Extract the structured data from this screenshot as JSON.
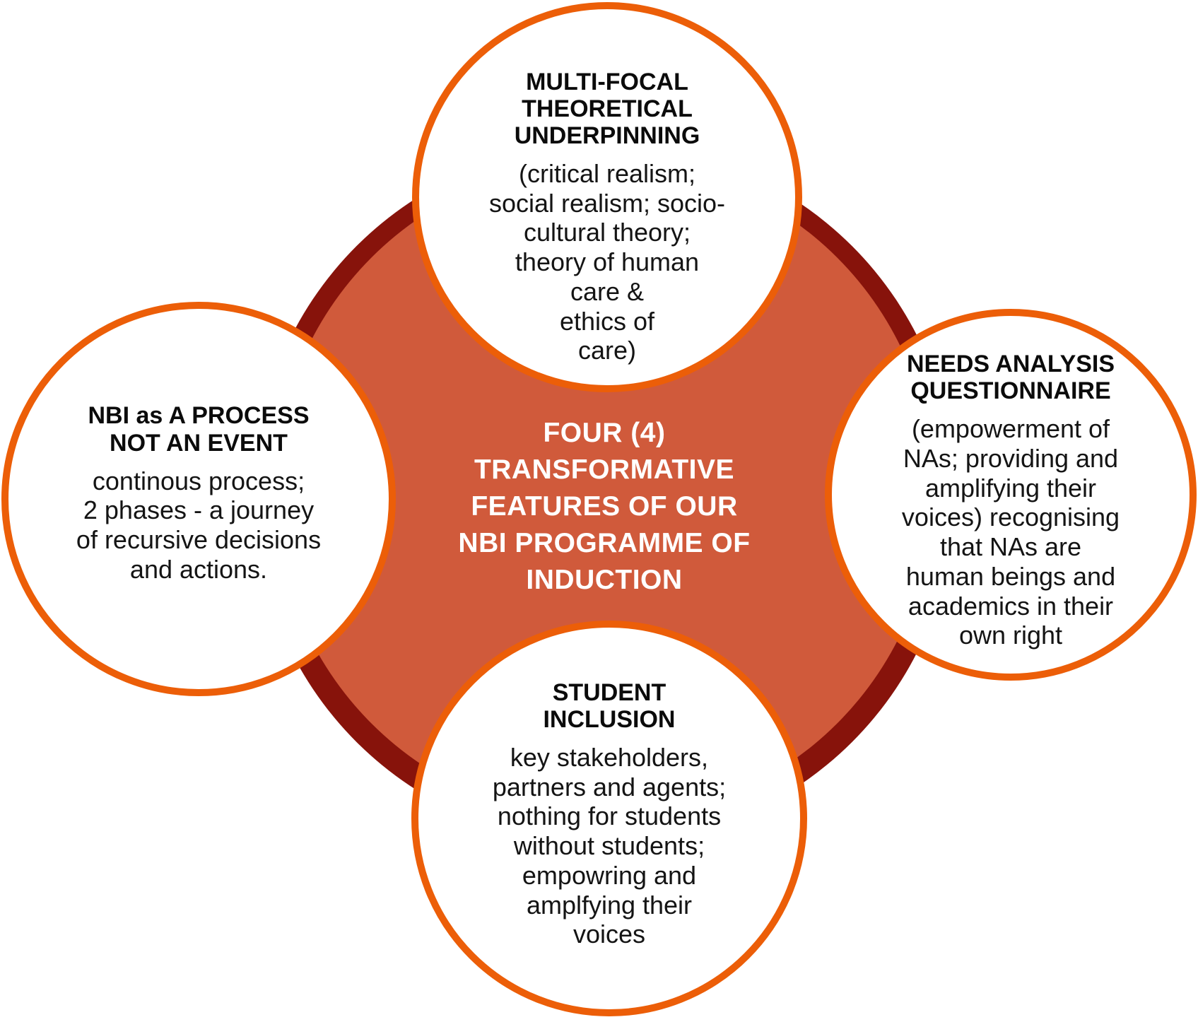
{
  "center": {
    "title": "FOUR (4)\nTRANSFORMATIVE\nFEATURES OF OUR\nNBI PROGRAMME OF\nINDUCTION"
  },
  "nodes": [
    {
      "id": "multi-focal-theoretical-underpinning",
      "title": "MULTI-FOCAL\nTHEORETICAL\nUNDERPINNING",
      "body": "(critical realism;\nsocial realism; socio-\ncultural theory;\ntheory of human\ncare &\nethics of\ncare)"
    },
    {
      "id": "nbi-as-a-process-not-an-event",
      "title": "NBI as A PROCESS\nNOT AN EVENT",
      "body": "continous process;\n2 phases - a journey\nof recursive decisions\nand actions."
    },
    {
      "id": "needs-analysis-questionnaire",
      "title": "NEEDS ANALYSIS\nQUESTIONNAIRE",
      "body": "(empowerment of\nNAs; providing and\namplifying their\nvoices) recognising\nthat NAs are\nhuman beings and\nacademics in their\nown right"
    },
    {
      "id": "student-inclusion",
      "title": "STUDENT\nINCLUSION",
      "body": "key stakeholders,\npartners and agents;\nnothing for students\nwithout students;\nempowring and\namplfying their\nvoices"
    }
  ],
  "colors": {
    "center_fill": "#D05A3B",
    "center_ring": "#87130B",
    "satellite_border": "#EC5E08",
    "satellite_fill": "#FFFFFF",
    "center_text": "#FFFFFF",
    "heading_text": "#0B0B0B",
    "body_text": "#141414"
  }
}
